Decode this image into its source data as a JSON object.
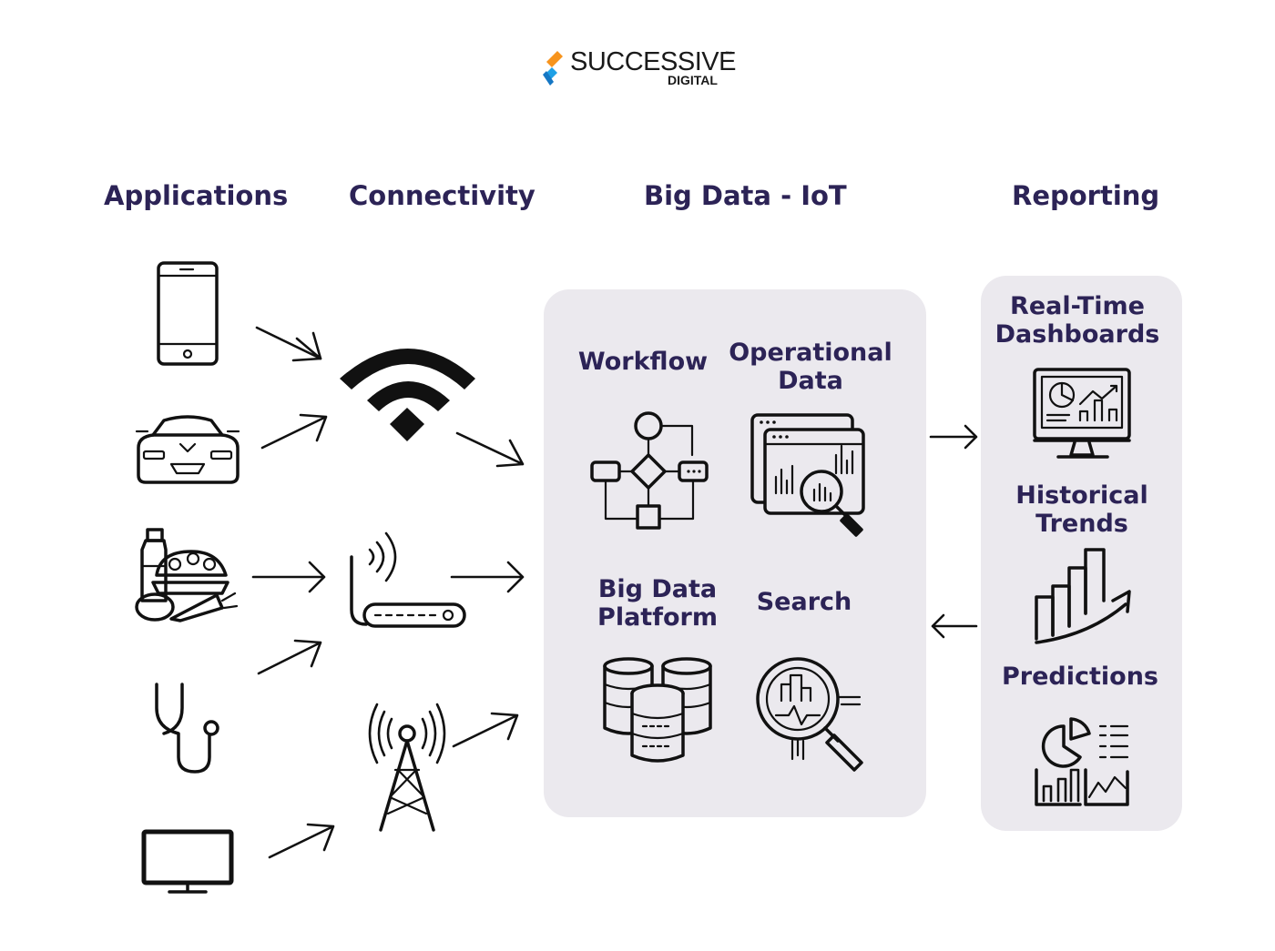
{
  "logo": {
    "name": "SUCCESSIVE",
    "trademark": "™",
    "tagline": "DIGITAL"
  },
  "columns": {
    "applications": "Applications",
    "connectivity": "Connectivity",
    "bigdata": "Big Data - IoT",
    "reporting": "Reporting"
  },
  "bigdata_panel": {
    "workflow": "Workflow",
    "operational_line1": "Operational",
    "operational_line2": "Data",
    "platform_line1": "Big Data",
    "platform_line2": "Platform",
    "search": "Search"
  },
  "reporting_panel": {
    "dashboards_line1": "Real-Time",
    "dashboards_line2": "Dashboards",
    "trends_line1": "Historical",
    "trends_line2": "Trends",
    "predictions": "Predictions"
  },
  "icons": {
    "applications": [
      "smartphone-icon",
      "car-icon",
      "groceries-icon",
      "stethoscope-icon",
      "tv-icon"
    ],
    "connectivity": [
      "wifi-icon",
      "router-icon",
      "cell-tower-icon"
    ],
    "bigdata": [
      "workflow-icon",
      "data-analysis-icon",
      "database-icon",
      "search-analytics-icon"
    ],
    "reporting": [
      "dashboard-monitor-icon",
      "growth-chart-icon",
      "report-charts-icon"
    ]
  },
  "colors": {
    "heading": "#2c2356",
    "panel": "#ebe9ee",
    "logo_orange": "#f7941d",
    "logo_blue": "#1ea0e6"
  }
}
